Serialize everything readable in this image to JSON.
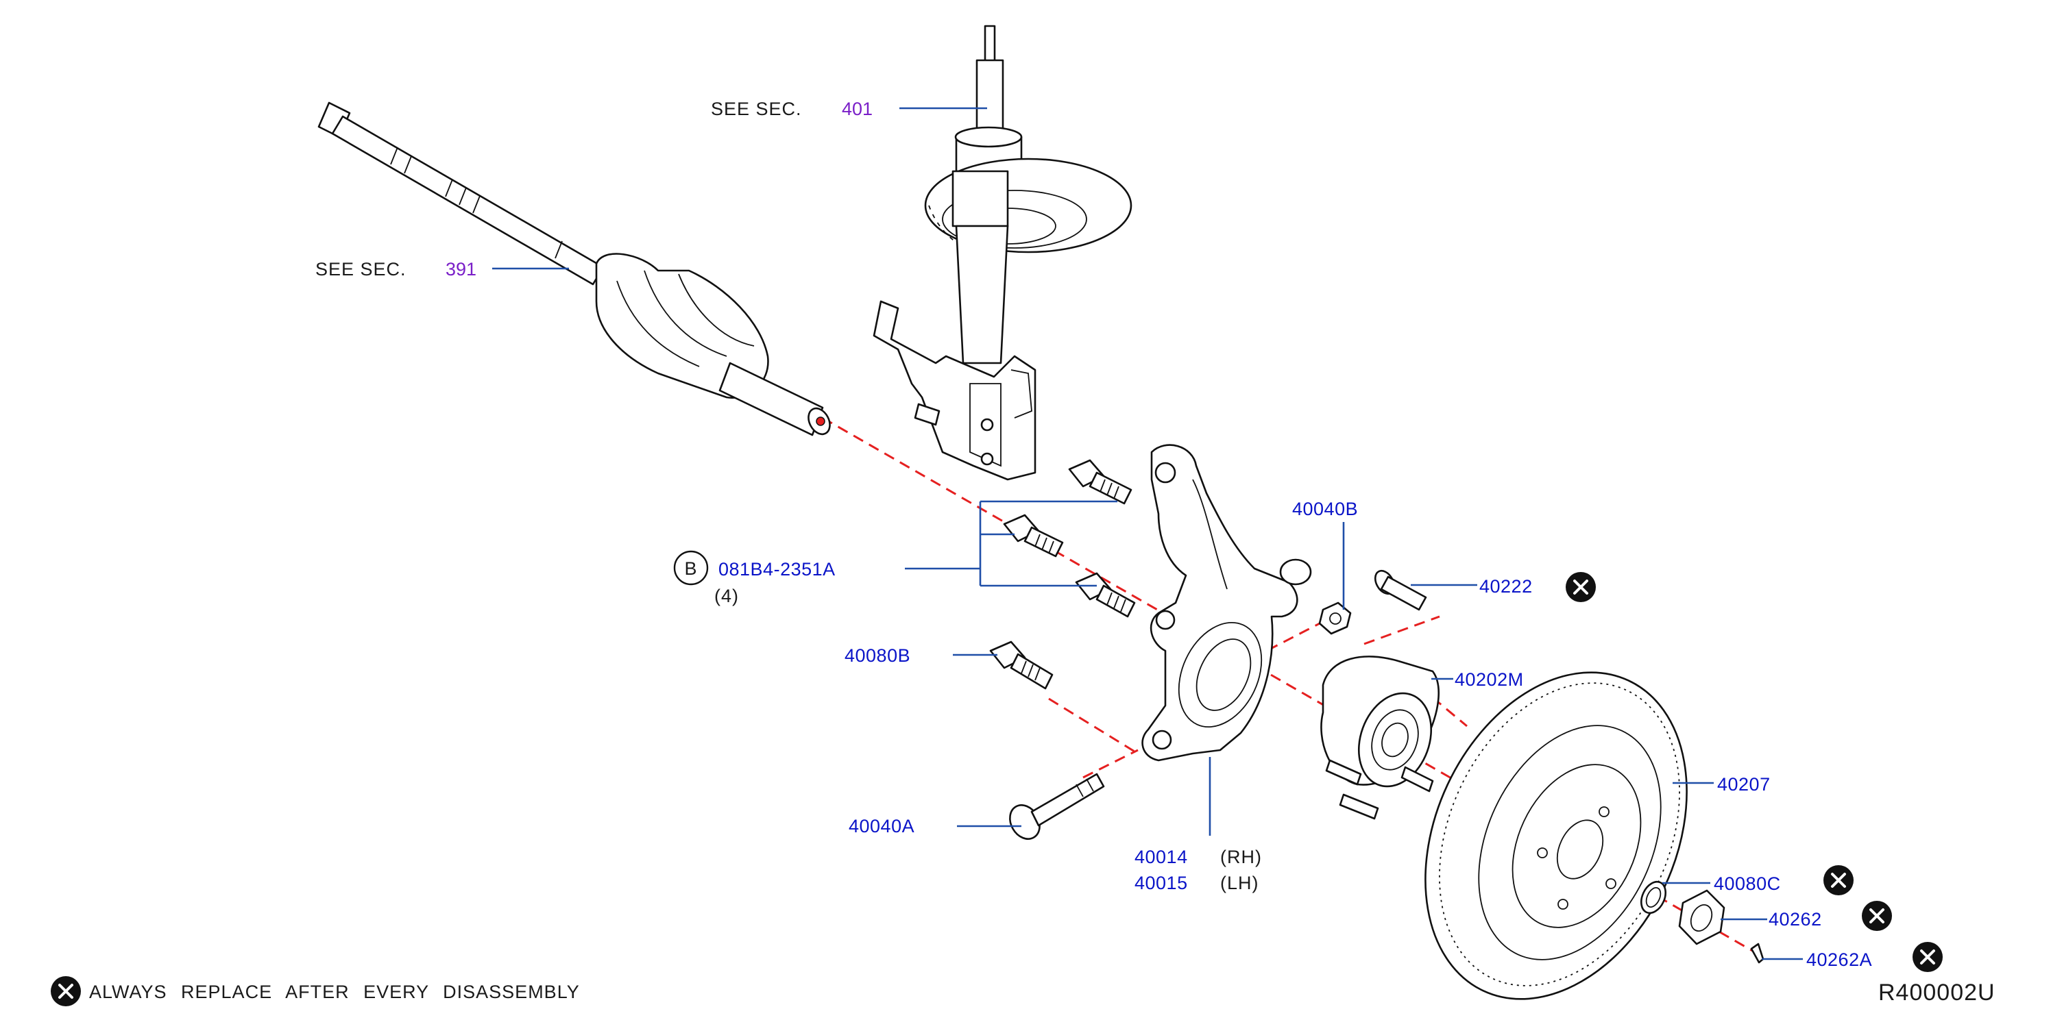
{
  "drawing_id": "R400002U",
  "legend_text": "ALWAYS REPLACE AFTER EVERY DISASSEMBLY",
  "see_sections": [
    {
      "prefix": "SEE SEC.",
      "number": "401"
    },
    {
      "prefix": "SEE SEC.",
      "number": "391"
    }
  ],
  "bolt_group": {
    "circle_letter": "B",
    "part_number": "081B4-2351A",
    "quantity": "(4)"
  },
  "parts": {
    "p40040B": "40040B",
    "p40222": "40222",
    "p40080B": "40080B",
    "p40202M": "40202M",
    "p40207": "40207",
    "p40040A": "40040A",
    "p40014": "40014",
    "p40014_side": "(RH)",
    "p40015": "40015",
    "p40015_side": "(LH)",
    "p40080C": "40080C",
    "p40262": "40262",
    "p40262A": "40262A"
  },
  "colors": {
    "part_number": "#0a14c8",
    "section_ref": "#7a1fc8",
    "leader": "#1f4fa8",
    "centerline": "#e52020"
  }
}
